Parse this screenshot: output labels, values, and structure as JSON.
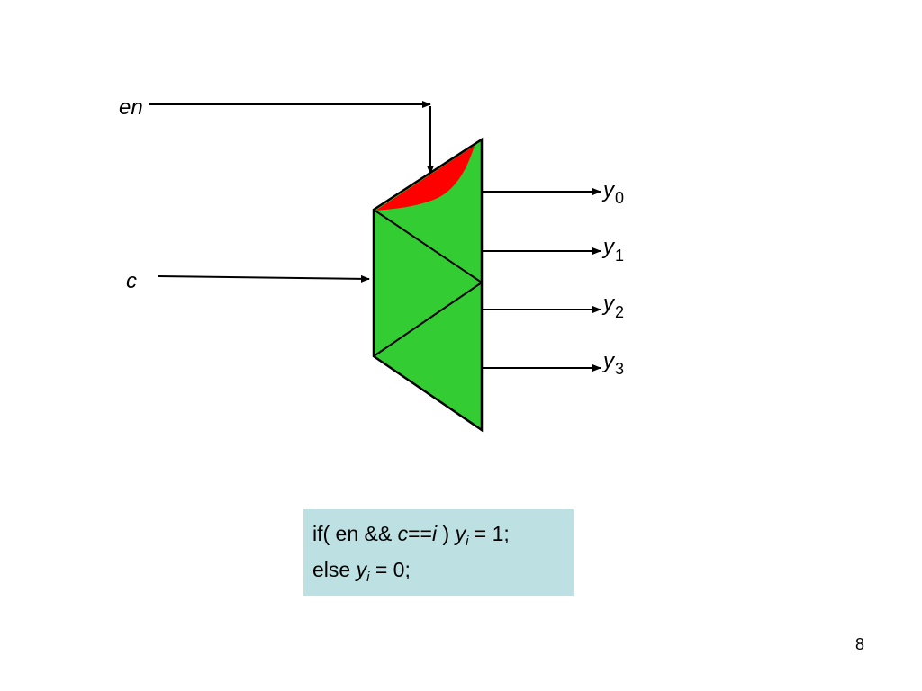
{
  "diagram": {
    "inputs": {
      "enable": "en",
      "select": "c"
    },
    "outputs": [
      {
        "base": "y",
        "sub": "0"
      },
      {
        "base": "y",
        "sub": "1"
      },
      {
        "base": "y",
        "sub": "2"
      },
      {
        "base": "y",
        "sub": "3"
      }
    ],
    "colors": {
      "body": "#33cc33",
      "enable_region": "#ff0000",
      "stroke": "#000000",
      "code_background": "#bde0e3"
    }
  },
  "code": {
    "line1": {
      "prefix": "if( en && ",
      "var_c": "c",
      "eq": "==",
      "var_i": "i",
      "mid": " ) ",
      "var_y": "y",
      "sub": "i",
      "suffix": " = 1;"
    },
    "line2": {
      "prefix": "else ",
      "var_y": "y",
      "sub": "i",
      "suffix": " = 0;"
    }
  },
  "page": {
    "number": "8"
  }
}
